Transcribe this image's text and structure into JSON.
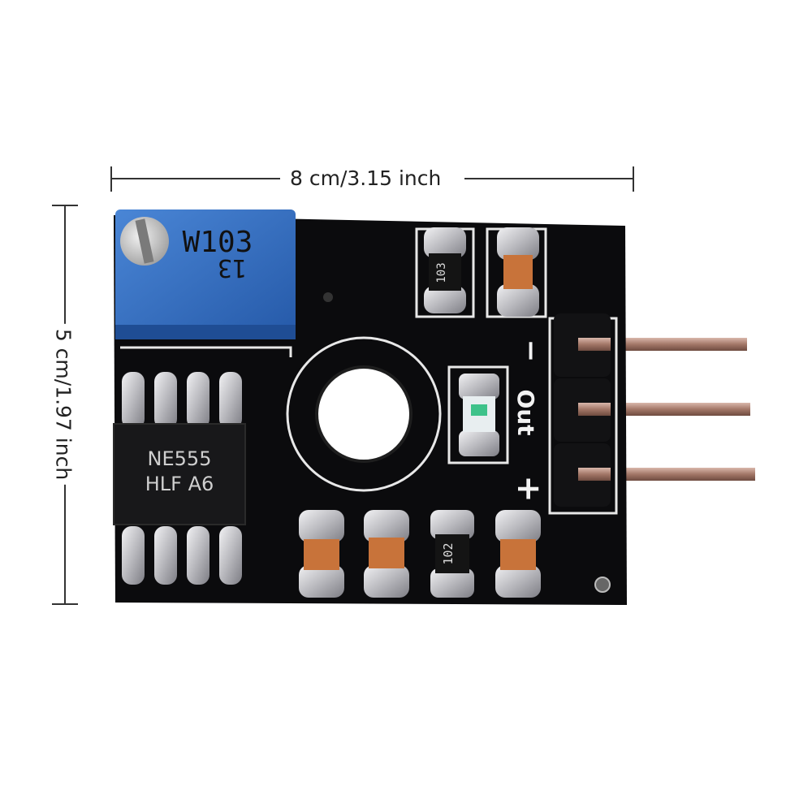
{
  "dimensions": {
    "width_label": "8 cm/3.15 inch",
    "height_label": "5 cm/1.97 inch"
  },
  "board": {
    "pcb_color": "#0b0b0d",
    "silkscreen_color": "#ffffff",
    "pin_labels": {
      "minus": "−",
      "out": "Out",
      "plus": "+"
    }
  },
  "potentiometer": {
    "body_color": "#2f6fc4",
    "marking_line1": "W103",
    "marking_line2": "13"
  },
  "chip": {
    "marking_line1": "NE555",
    "marking_line2": "HLF A6"
  },
  "resistors": {
    "top": "103",
    "bottom": "102"
  },
  "colors": {
    "capacitor": "#c8733a",
    "solder": "#c9c9cc",
    "header_pin": "#b58a7a",
    "led": "#3ec28a"
  }
}
